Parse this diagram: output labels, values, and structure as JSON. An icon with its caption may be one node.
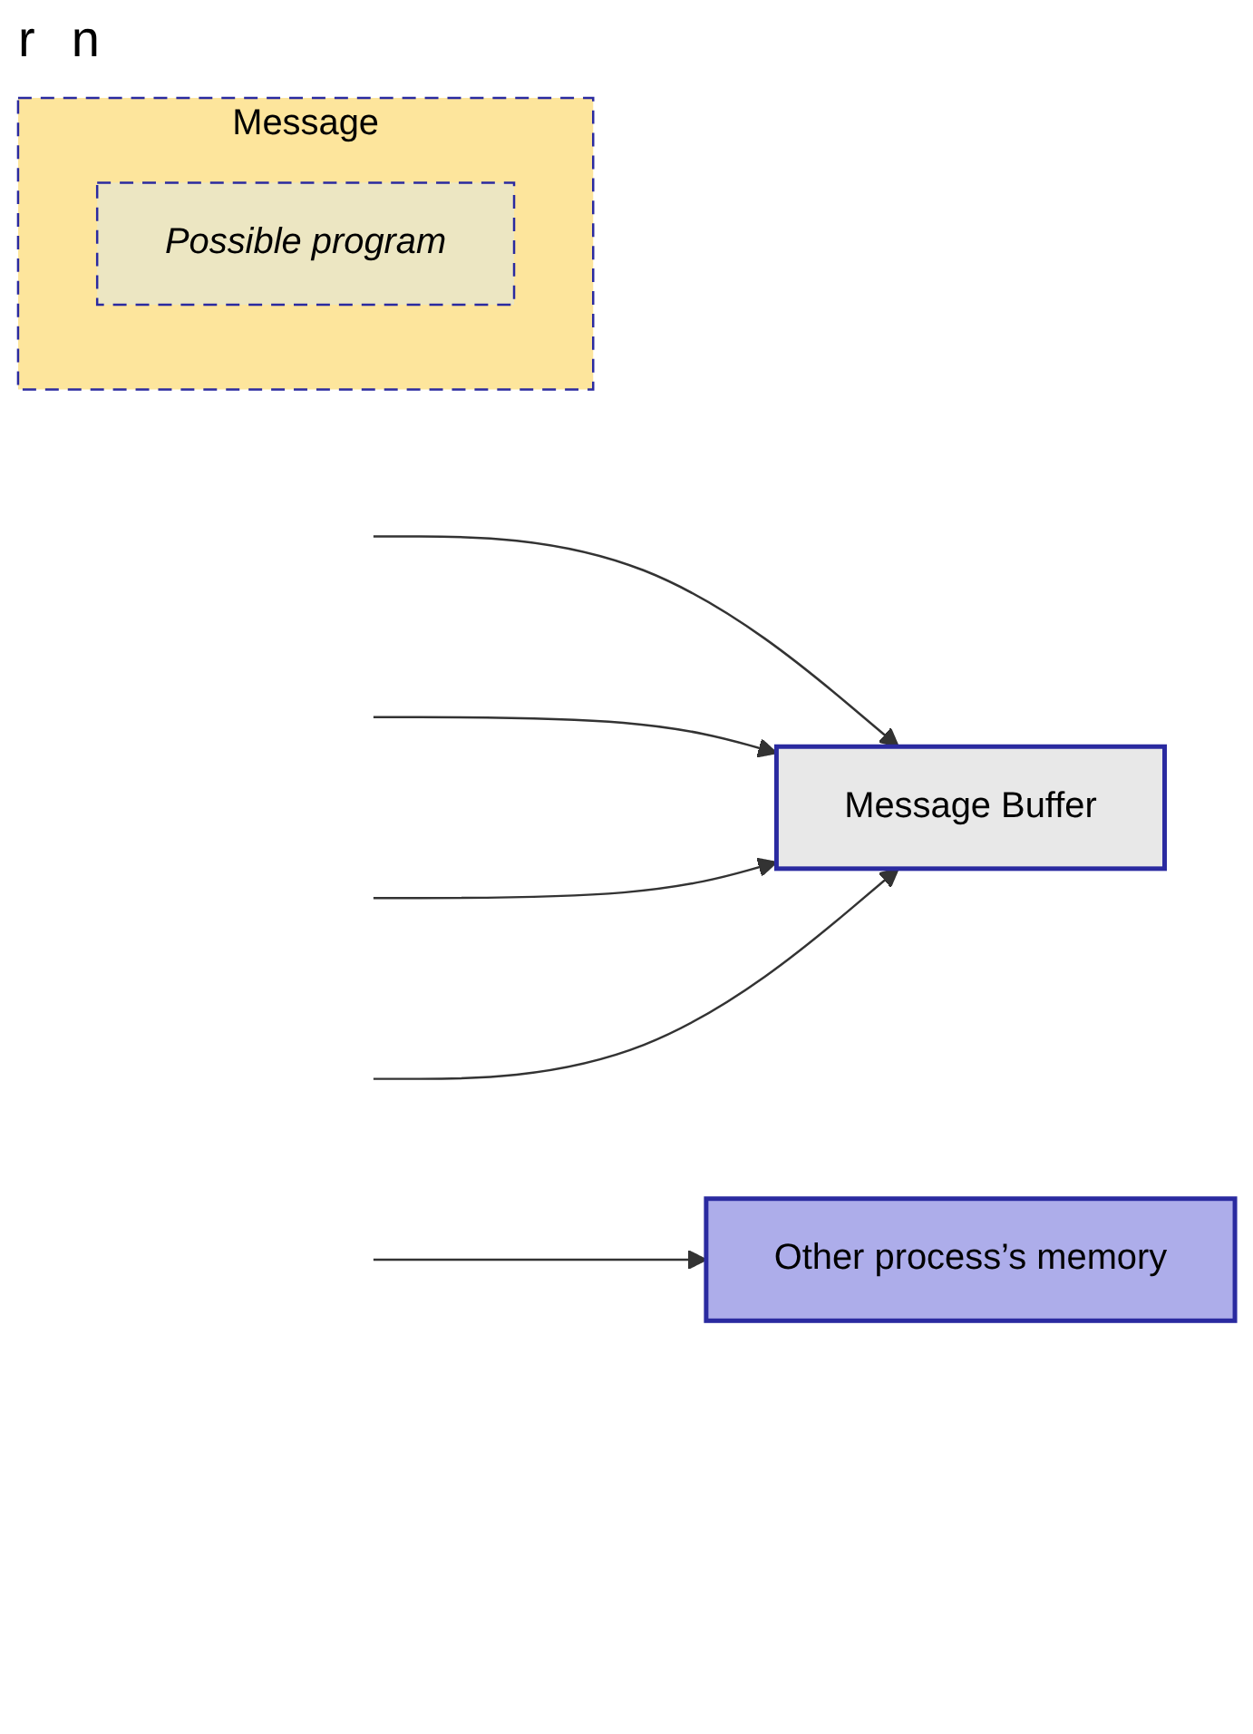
{
  "diagram": {
    "nodes": [
      {
        "text": [
          "Message"
        ]
      },
      {
        "text": [
          "Possible program"
        ],
        "in": 0
      },
      {
        "text": [
          "Message Buffer"
        ]
      },
      {
        "text": [
          "Other process’s memory"
        ]
      }
    ],
    "edges": [
      {
        "from": null,
        "to": 2,
        "arrow": "to"
      },
      {
        "from": null,
        "to": 2,
        "arrow": "to"
      },
      {
        "from": null,
        "to": 2,
        "arrow": "to"
      },
      {
        "from": null,
        "to": 2,
        "arrow": "to"
      },
      {
        "from": null,
        "to": 3,
        "arrow": "to"
      }
    ],
    "labels": [
      "r",
      "n"
    ]
  }
}
